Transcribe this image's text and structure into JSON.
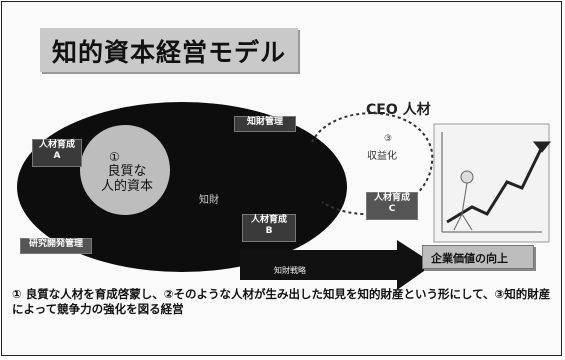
{
  "title": "知的資本経営モデル",
  "ceo_label": "CEO 人材",
  "monetize": {
    "num": "③",
    "label": "収益化"
  },
  "human_capital": {
    "num": "①",
    "line1": "良質な",
    "line2": "人的資本"
  },
  "boxes": {
    "hr_dev_top": "人材育成\nA",
    "ip_mgmt": "知財管理",
    "hr_dev_mid": "人材育成\nB",
    "hr_dev_right": "人材育成\nC",
    "rd_mgmt": "研究開発管理"
  },
  "ip_core": "知財",
  "strategy_label": "知財戦略",
  "value_label": "企業価値の向上",
  "caption": "① 良質な人材を育成啓蒙し、②そのような人材が生み出した知見を知的財産という形にして、③知的財産によって競争力の強化を図る経営",
  "colors": {
    "ellipse": "#0d0d0d",
    "circle": "#bdbdbd",
    "title_box": "#c9c9c9"
  }
}
